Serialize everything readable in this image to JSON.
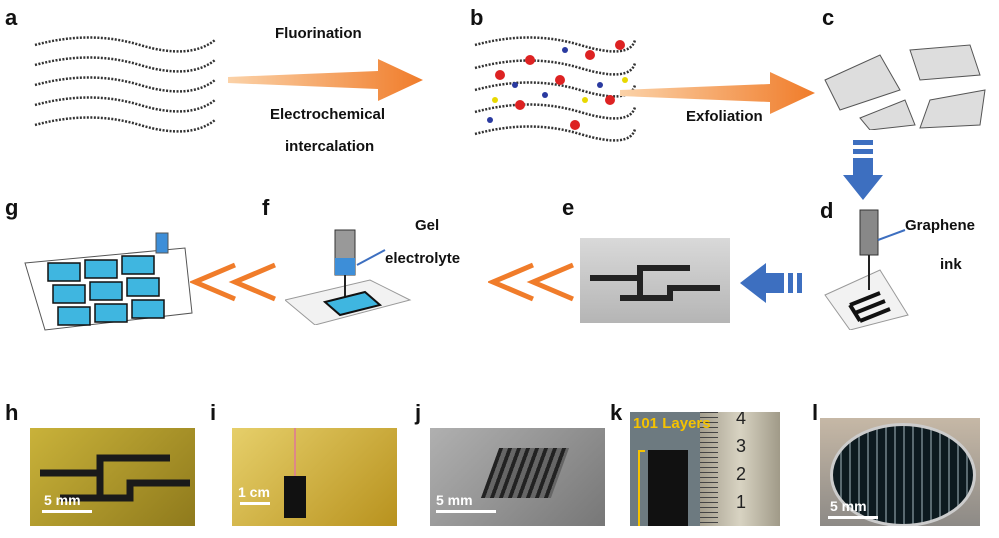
{
  "panel_labels": [
    "a",
    "b",
    "c",
    "d",
    "e",
    "f",
    "g",
    "h",
    "i",
    "j",
    "k",
    "l"
  ],
  "steps": {
    "fluorination": "Fluorination",
    "electrochemical": "Electrochemical",
    "intercalation": "intercalation",
    "exfoliation": "Exfoliation",
    "graphene": "Graphene",
    "ink": "ink",
    "gel": "Gel",
    "electrolyte": "electrolyte"
  },
  "photos": {
    "h_scale": "5 mm",
    "i_scale": "1 cm",
    "j_scale": "5 mm",
    "k_layers": "101 Layers",
    "k_ruler": [
      "1",
      "2",
      "3",
      "4"
    ],
    "l_scale": "5 mm"
  },
  "colors": {
    "orange_arrow": "#f07c2a",
    "blue_arrow": "#3d6fc0",
    "cyan_electrode": "#3fb6e0",
    "label_yellow": "#f5c200"
  }
}
